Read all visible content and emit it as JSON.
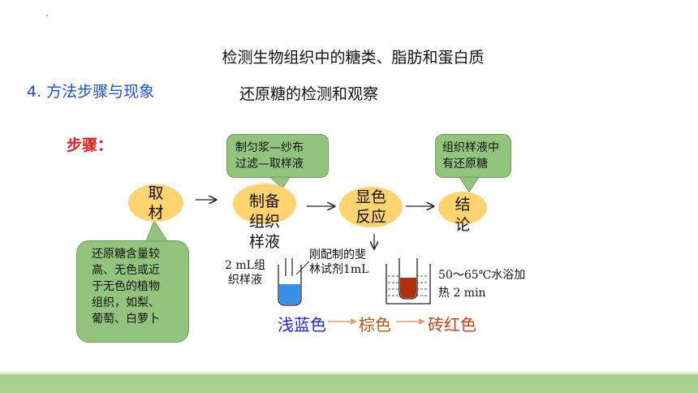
{
  "title": "检测生物组织中的糖类、脂肪和蛋白质",
  "section": "4. 方法步骤与现象",
  "subtitle": "还原糖的检测和观察",
  "steps_label": "步骤：",
  "flow": {
    "step1": {
      "line1": "取",
      "line2": "材"
    },
    "step2": {
      "line1": "制备",
      "line2": "组织",
      "line3": "样液"
    },
    "step3": {
      "line1": "显色",
      "line2": "反应"
    },
    "step4": {
      "line1": "结",
      "line2": "论"
    }
  },
  "callouts": {
    "homogenate": {
      "line1": "制匀浆—纱布",
      "line2": "过滤—取样液"
    },
    "conclusion": {
      "line1": "组织样液中",
      "line2": "有还原糖"
    },
    "material": {
      "line1": "还原糖含量较",
      "line2": "高、无色或近",
      "line3": "于无色的植物",
      "line4": "组织，如梨、",
      "line5": "葡萄、白萝卜"
    }
  },
  "experiment": {
    "sample_line1": "2 mL组",
    "sample_line2": "织样液",
    "reagent_line1": "刚配制的斐",
    "reagent_line2": "林试剂1mL",
    "heat_line1": "50～65℃水浴加",
    "heat_line2": "热 2 min"
  },
  "color_change": {
    "c1": "浅蓝色",
    "c2": "棕色",
    "c3": "砖红色",
    "colors": {
      "c1": "#2222dd",
      "c2": "#b35a12",
      "c3": "#c8401a",
      "arrow": "#f39a5a"
    }
  },
  "palette": {
    "oval": "#ffd470",
    "callout": "#93c47d",
    "footer": "#a9cf8f",
    "blue_liquid": "#3a8ee6",
    "red_liquid": "#b3300d"
  }
}
